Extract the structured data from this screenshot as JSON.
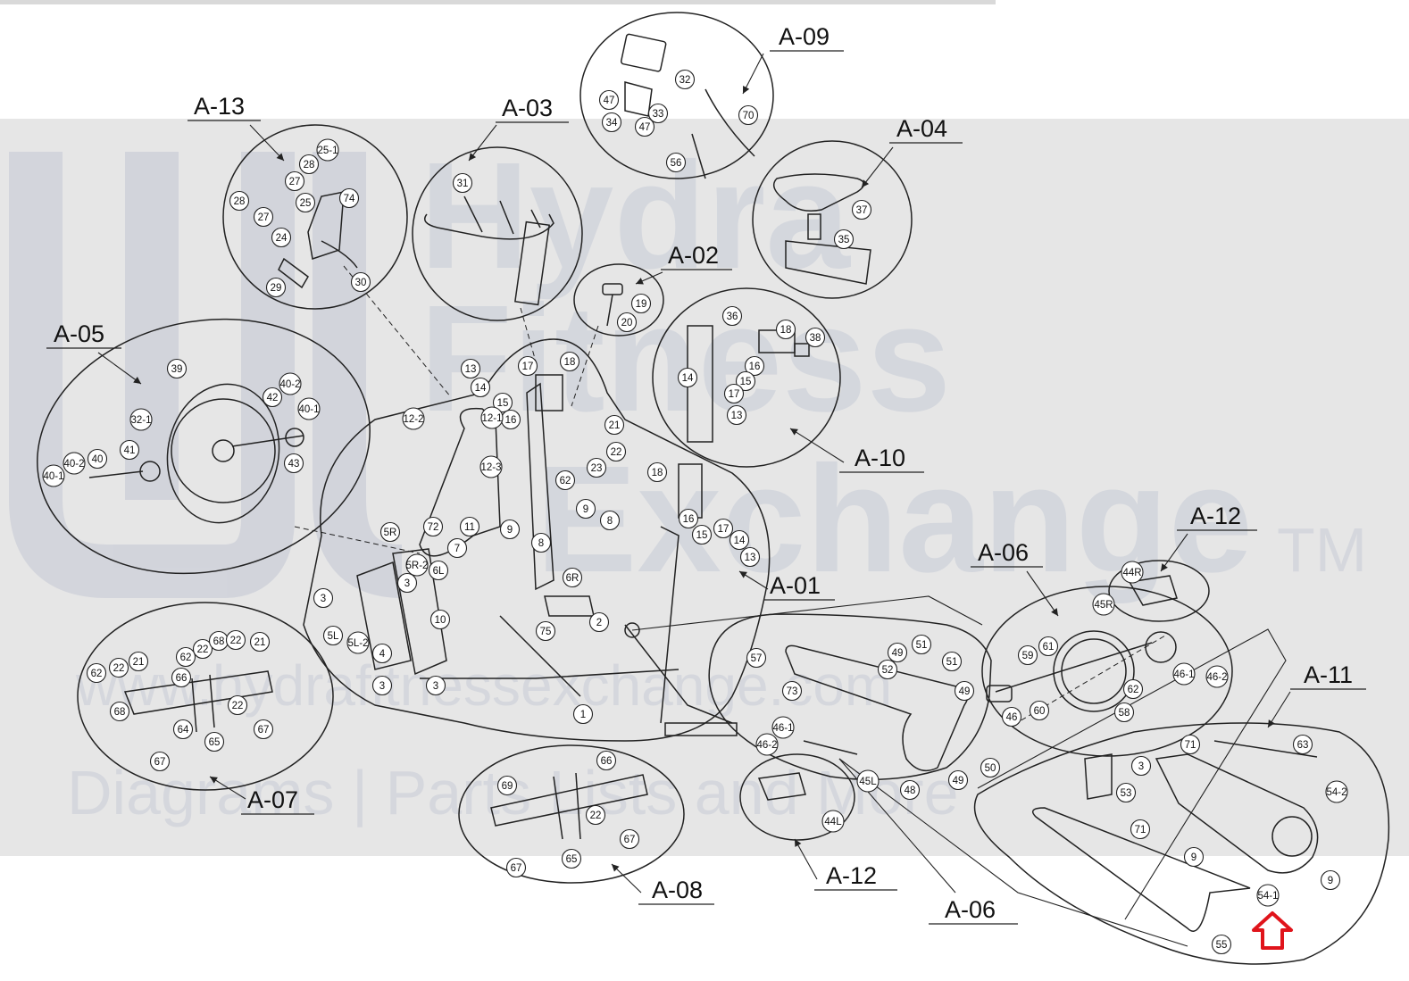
{
  "watermark": {
    "brand_line1": "Hydra",
    "brand_line2": "Fitness",
    "brand_line3": "Exchange",
    "trademark": "TM",
    "site": "www.hydrafitnessexchange.com",
    "tagline": "Diagrams | Parts Lists and More"
  },
  "highlight_color": "#e0141b",
  "band_color": "#e6e6e6",
  "groups": [
    {
      "id": "A-01",
      "label": "A-01"
    },
    {
      "id": "A-02",
      "label": "A-02"
    },
    {
      "id": "A-03",
      "label": "A-03"
    },
    {
      "id": "A-04",
      "label": "A-04"
    },
    {
      "id": "A-05",
      "label": "A-05"
    },
    {
      "id": "A-06a",
      "label": "A-06"
    },
    {
      "id": "A-06b",
      "label": "A-06"
    },
    {
      "id": "A-07",
      "label": "A-07"
    },
    {
      "id": "A-08",
      "label": "A-08"
    },
    {
      "id": "A-09",
      "label": "A-09"
    },
    {
      "id": "A-10",
      "label": "A-10"
    },
    {
      "id": "A-11",
      "label": "A-11"
    },
    {
      "id": "A-12a",
      "label": "A-12"
    },
    {
      "id": "A-12b",
      "label": "A-12"
    },
    {
      "id": "A-13",
      "label": "A-13"
    }
  ],
  "parts": [
    {
      "id": "p32a",
      "n": "32"
    },
    {
      "id": "p70",
      "n": "70"
    },
    {
      "id": "p47a",
      "n": "47"
    },
    {
      "id": "p33",
      "n": "33"
    },
    {
      "id": "p34",
      "n": "34"
    },
    {
      "id": "p47b",
      "n": "47"
    },
    {
      "id": "p56",
      "n": "56"
    },
    {
      "id": "p25-1",
      "n": "25-1"
    },
    {
      "id": "p28a",
      "n": "28"
    },
    {
      "id": "p27a",
      "n": "27"
    },
    {
      "id": "p74",
      "n": "74"
    },
    {
      "id": "p28b",
      "n": "28"
    },
    {
      "id": "p25",
      "n": "25"
    },
    {
      "id": "p27b",
      "n": "27"
    },
    {
      "id": "p24",
      "n": "24"
    },
    {
      "id": "p29",
      "n": "29"
    },
    {
      "id": "p30",
      "n": "30"
    },
    {
      "id": "p31",
      "n": "31"
    },
    {
      "id": "p37",
      "n": "37"
    },
    {
      "id": "p35",
      "n": "35"
    },
    {
      "id": "p19",
      "n": "19"
    },
    {
      "id": "p20",
      "n": "20"
    },
    {
      "id": "p36",
      "n": "36"
    },
    {
      "id": "p18a",
      "n": "18"
    },
    {
      "id": "p38",
      "n": "38"
    },
    {
      "id": "p16a",
      "n": "16"
    },
    {
      "id": "p14a",
      "n": "14"
    },
    {
      "id": "p15a",
      "n": "15"
    },
    {
      "id": "p17a",
      "n": "17"
    },
    {
      "id": "p13a",
      "n": "13"
    },
    {
      "id": "p39",
      "n": "39"
    },
    {
      "id": "p40-2a",
      "n": "40-2"
    },
    {
      "id": "p32-1",
      "n": "32-1"
    },
    {
      "id": "p42",
      "n": "42"
    },
    {
      "id": "p40-1a",
      "n": "40-1"
    },
    {
      "id": "p40-2b",
      "n": "40-2"
    },
    {
      "id": "p40",
      "n": "40"
    },
    {
      "id": "p41",
      "n": "41"
    },
    {
      "id": "p43",
      "n": "43"
    },
    {
      "id": "p40-1b",
      "n": "40-1"
    },
    {
      "id": "p13b",
      "n": "13"
    },
    {
      "id": "p17b",
      "n": "17"
    },
    {
      "id": "p18b",
      "n": "18"
    },
    {
      "id": "p14b",
      "n": "14"
    },
    {
      "id": "p15b",
      "n": "15"
    },
    {
      "id": "p16b",
      "n": "16"
    },
    {
      "id": "p12-2",
      "n": "12-2"
    },
    {
      "id": "p12-1",
      "n": "12-1"
    },
    {
      "id": "p12-3",
      "n": "12-3"
    },
    {
      "id": "p21a",
      "n": "21"
    },
    {
      "id": "p22a",
      "n": "22"
    },
    {
      "id": "p23",
      "n": "23"
    },
    {
      "id": "p62",
      "n": "62"
    },
    {
      "id": "p18c",
      "n": "18"
    },
    {
      "id": "p9a",
      "n": "9"
    },
    {
      "id": "p8a",
      "n": "8"
    },
    {
      "id": "p72",
      "n": "72"
    },
    {
      "id": "p11",
      "n": "11"
    },
    {
      "id": "p9b",
      "n": "9"
    },
    {
      "id": "p8b",
      "n": "8"
    },
    {
      "id": "p16c",
      "n": "16"
    },
    {
      "id": "p17c",
      "n": "17"
    },
    {
      "id": "p15c",
      "n": "15"
    },
    {
      "id": "p14c",
      "n": "14"
    },
    {
      "id": "p13c",
      "n": "13"
    },
    {
      "id": "p5R",
      "n": "5R"
    },
    {
      "id": "p7",
      "n": "7"
    },
    {
      "id": "p5R-2",
      "n": "5R-2"
    },
    {
      "id": "p6L",
      "n": "6L"
    },
    {
      "id": "p3a",
      "n": "3"
    },
    {
      "id": "p3b",
      "n": "3"
    },
    {
      "id": "p6R",
      "n": "6R"
    },
    {
      "id": "p2",
      "n": "2"
    },
    {
      "id": "p75",
      "n": "75"
    },
    {
      "id": "p10",
      "n": "10"
    },
    {
      "id": "p5L",
      "n": "5L"
    },
    {
      "id": "p5L-2",
      "n": "5L-2"
    },
    {
      "id": "p4",
      "n": "4"
    },
    {
      "id": "p3c",
      "n": "3"
    },
    {
      "id": "p3d",
      "n": "3"
    },
    {
      "id": "p1",
      "n": "1"
    },
    {
      "id": "p62b",
      "n": "62"
    },
    {
      "id": "p22b",
      "n": "22"
    },
    {
      "id": "p21b",
      "n": "21"
    },
    {
      "id": "p62c",
      "n": "62"
    },
    {
      "id": "p22c",
      "n": "22"
    },
    {
      "id": "p68a",
      "n": "68"
    },
    {
      "id": "p22d",
      "n": "22"
    },
    {
      "id": "p21c",
      "n": "21"
    },
    {
      "id": "p66a",
      "n": "66"
    },
    {
      "id": "p68b",
      "n": "68"
    },
    {
      "id": "p64",
      "n": "64"
    },
    {
      "id": "p22e",
      "n": "22"
    },
    {
      "id": "p65a",
      "n": "65"
    },
    {
      "id": "p67a",
      "n": "67"
    },
    {
      "id": "p67b",
      "n": "67"
    },
    {
      "id": "p66b",
      "n": "66"
    },
    {
      "id": "p69",
      "n": "69"
    },
    {
      "id": "p22f",
      "n": "22"
    },
    {
      "id": "p67c",
      "n": "67"
    },
    {
      "id": "p67d",
      "n": "67"
    },
    {
      "id": "p65b",
      "n": "65"
    },
    {
      "id": "p57",
      "n": "57"
    },
    {
      "id": "p49a",
      "n": "49"
    },
    {
      "id": "p51a",
      "n": "51"
    },
    {
      "id": "p51b",
      "n": "51"
    },
    {
      "id": "p73",
      "n": "73"
    },
    {
      "id": "p52",
      "n": "52"
    },
    {
      "id": "p49b",
      "n": "49"
    },
    {
      "id": "p46-1a",
      "n": "46-1"
    },
    {
      "id": "p46-2a",
      "n": "46-2"
    },
    {
      "id": "p50",
      "n": "50"
    },
    {
      "id": "p45L",
      "n": "45L"
    },
    {
      "id": "p48",
      "n": "48"
    },
    {
      "id": "p49c",
      "n": "49"
    },
    {
      "id": "p44L",
      "n": "44L"
    },
    {
      "id": "p44R",
      "n": "44R"
    },
    {
      "id": "p45R",
      "n": "45R"
    },
    {
      "id": "p59",
      "n": "59"
    },
    {
      "id": "p61",
      "n": "61"
    },
    {
      "id": "p46-1b",
      "n": "46-1"
    },
    {
      "id": "p46-2b",
      "n": "46-2"
    },
    {
      "id": "p62d",
      "n": "62"
    },
    {
      "id": "p46",
      "n": "46"
    },
    {
      "id": "p60",
      "n": "60"
    },
    {
      "id": "p58",
      "n": "58"
    },
    {
      "id": "p71a",
      "n": "71"
    },
    {
      "id": "p63",
      "n": "63"
    },
    {
      "id": "p3e",
      "n": "3"
    },
    {
      "id": "p53",
      "n": "53"
    },
    {
      "id": "p54-2",
      "n": "54-2"
    },
    {
      "id": "p71b",
      "n": "71"
    },
    {
      "id": "p9c",
      "n": "9"
    },
    {
      "id": "p9d",
      "n": "9"
    },
    {
      "id": "p54-1",
      "n": "54-1"
    },
    {
      "id": "p55",
      "n": "55"
    }
  ]
}
